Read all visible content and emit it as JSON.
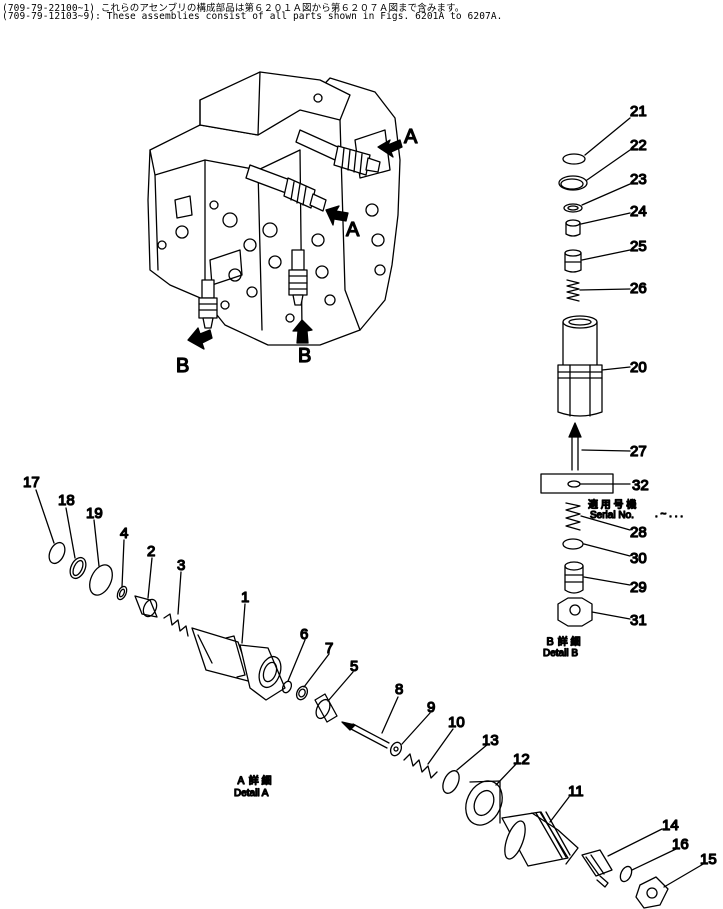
{
  "header": {
    "line1": "(709-79-22100~1)  これらのアセンブリの構成部品は第６２０１Ａ図から第６２０７Ａ図まで含みます。",
    "line2": "(709-79-12103~9): These assemblies consist of all parts shown in Figs. 6201A to 6207A."
  },
  "view_labels": {
    "a_top": "A",
    "a_mid": "A",
    "b_left": "B",
    "b_right": "B"
  },
  "detail_a": {
    "jp": "Ａ 詳 細",
    "en": "Detail A"
  },
  "detail_b": {
    "jp": "Ｂ 詳 細",
    "en": "Detail B"
  },
  "serial": {
    "jp": "適 用 号 機",
    "en": "Serial No.",
    "dots": ". ~ . . ."
  },
  "parts": {
    "p1": "1",
    "p2": "2",
    "p3": "3",
    "p4": "4",
    "p5": "5",
    "p6": "6",
    "p7": "7",
    "p8": "8",
    "p9": "9",
    "p10": "10",
    "p11": "11",
    "p12": "12",
    "p13": "13",
    "p14": "14",
    "p15": "15",
    "p16": "16",
    "p17": "17",
    "p18": "18",
    "p19": "19",
    "p20": "20",
    "p21": "21",
    "p22": "22",
    "p23": "23",
    "p24": "24",
    "p25": "25",
    "p26": "26",
    "p27": "27",
    "p28": "28",
    "p29": "29",
    "p30": "30",
    "p31": "31",
    "p32": "32"
  }
}
